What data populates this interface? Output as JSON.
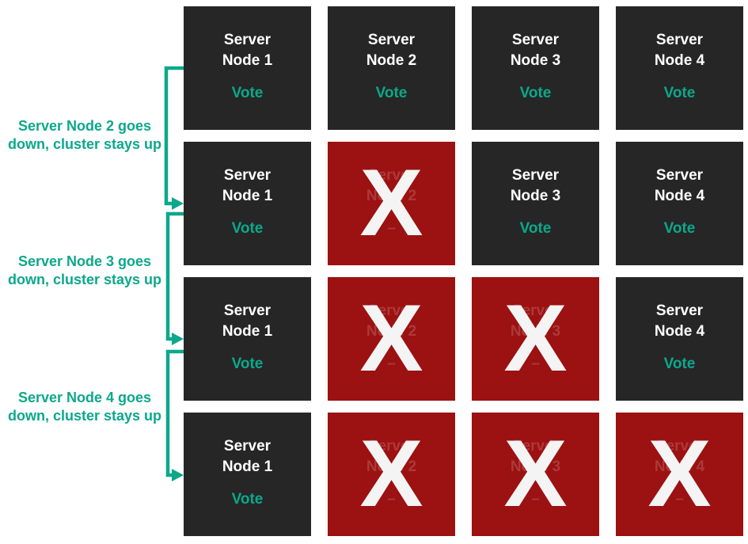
{
  "vote_label": "Vote",
  "down_marker": "X",
  "down_dash": "–",
  "colors": {
    "node_up_bg": "#262626",
    "node_down_bg": "#9C1111",
    "teal_accent": "#0CA88B",
    "x_mark": "#F4F4F4",
    "node_text": "#FFFFFF",
    "ghost_text_on_red": "rgba(255,255,255,0.17)"
  },
  "annotations": [
    {
      "line1": "Server Node 2 goes",
      "line2": "down, cluster stays up"
    },
    {
      "line1": "Server Node 3 goes",
      "line2": "down, cluster stays up"
    },
    {
      "line1": "Server Node 4 goes",
      "line2": "down, cluster stays up"
    }
  ],
  "rows": [
    {
      "nodes": [
        {
          "line1": "Server",
          "line2": "Node 1",
          "status": "up"
        },
        {
          "line1": "Server",
          "line2": "Node 2",
          "status": "up"
        },
        {
          "line1": "Server",
          "line2": "Node 3",
          "status": "up"
        },
        {
          "line1": "Server",
          "line2": "Node 4",
          "status": "up"
        }
      ]
    },
    {
      "nodes": [
        {
          "line1": "Server",
          "line2": "Node 1",
          "status": "up"
        },
        {
          "line1": "Server",
          "line2": "Node 2",
          "status": "down"
        },
        {
          "line1": "Server",
          "line2": "Node 3",
          "status": "up"
        },
        {
          "line1": "Server",
          "line2": "Node 4",
          "status": "up"
        }
      ]
    },
    {
      "nodes": [
        {
          "line1": "Server",
          "line2": "Node 1",
          "status": "up"
        },
        {
          "line1": "Server",
          "line2": "Node 2",
          "status": "down"
        },
        {
          "line1": "Server",
          "line2": "Node 3",
          "status": "down"
        },
        {
          "line1": "Server",
          "line2": "Node 4",
          "status": "up"
        }
      ]
    },
    {
      "nodes": [
        {
          "line1": "Server",
          "line2": "Node 1",
          "status": "up"
        },
        {
          "line1": "Server",
          "line2": "Node 2",
          "status": "down"
        },
        {
          "line1": "Server",
          "line2": "Node 3",
          "status": "down"
        },
        {
          "line1": "Server",
          "line2": "Node 4",
          "status": "down"
        }
      ]
    }
  ]
}
